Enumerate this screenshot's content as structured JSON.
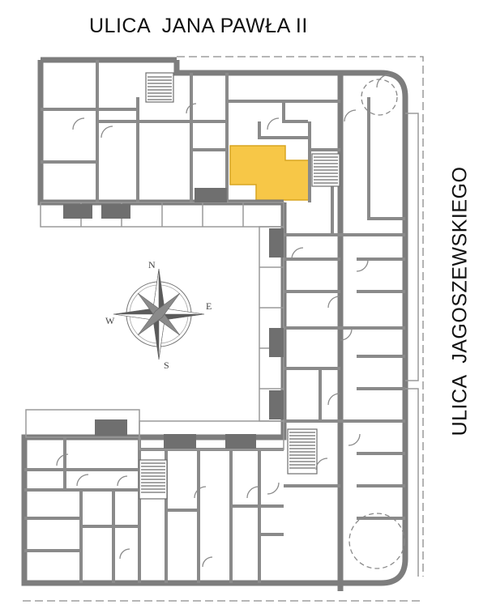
{
  "streets": {
    "top": "ULICA  JANA PAWŁA II",
    "right": "ULICA  JAGOSZEWSKIEGO"
  },
  "compass": {
    "north": "N",
    "east": "E",
    "south": "S",
    "west": "W"
  },
  "colors": {
    "wall": "#7d7d7d",
    "highlight": "#f7c747",
    "highlight_stroke": "#d9a520",
    "background": "#ffffff"
  }
}
